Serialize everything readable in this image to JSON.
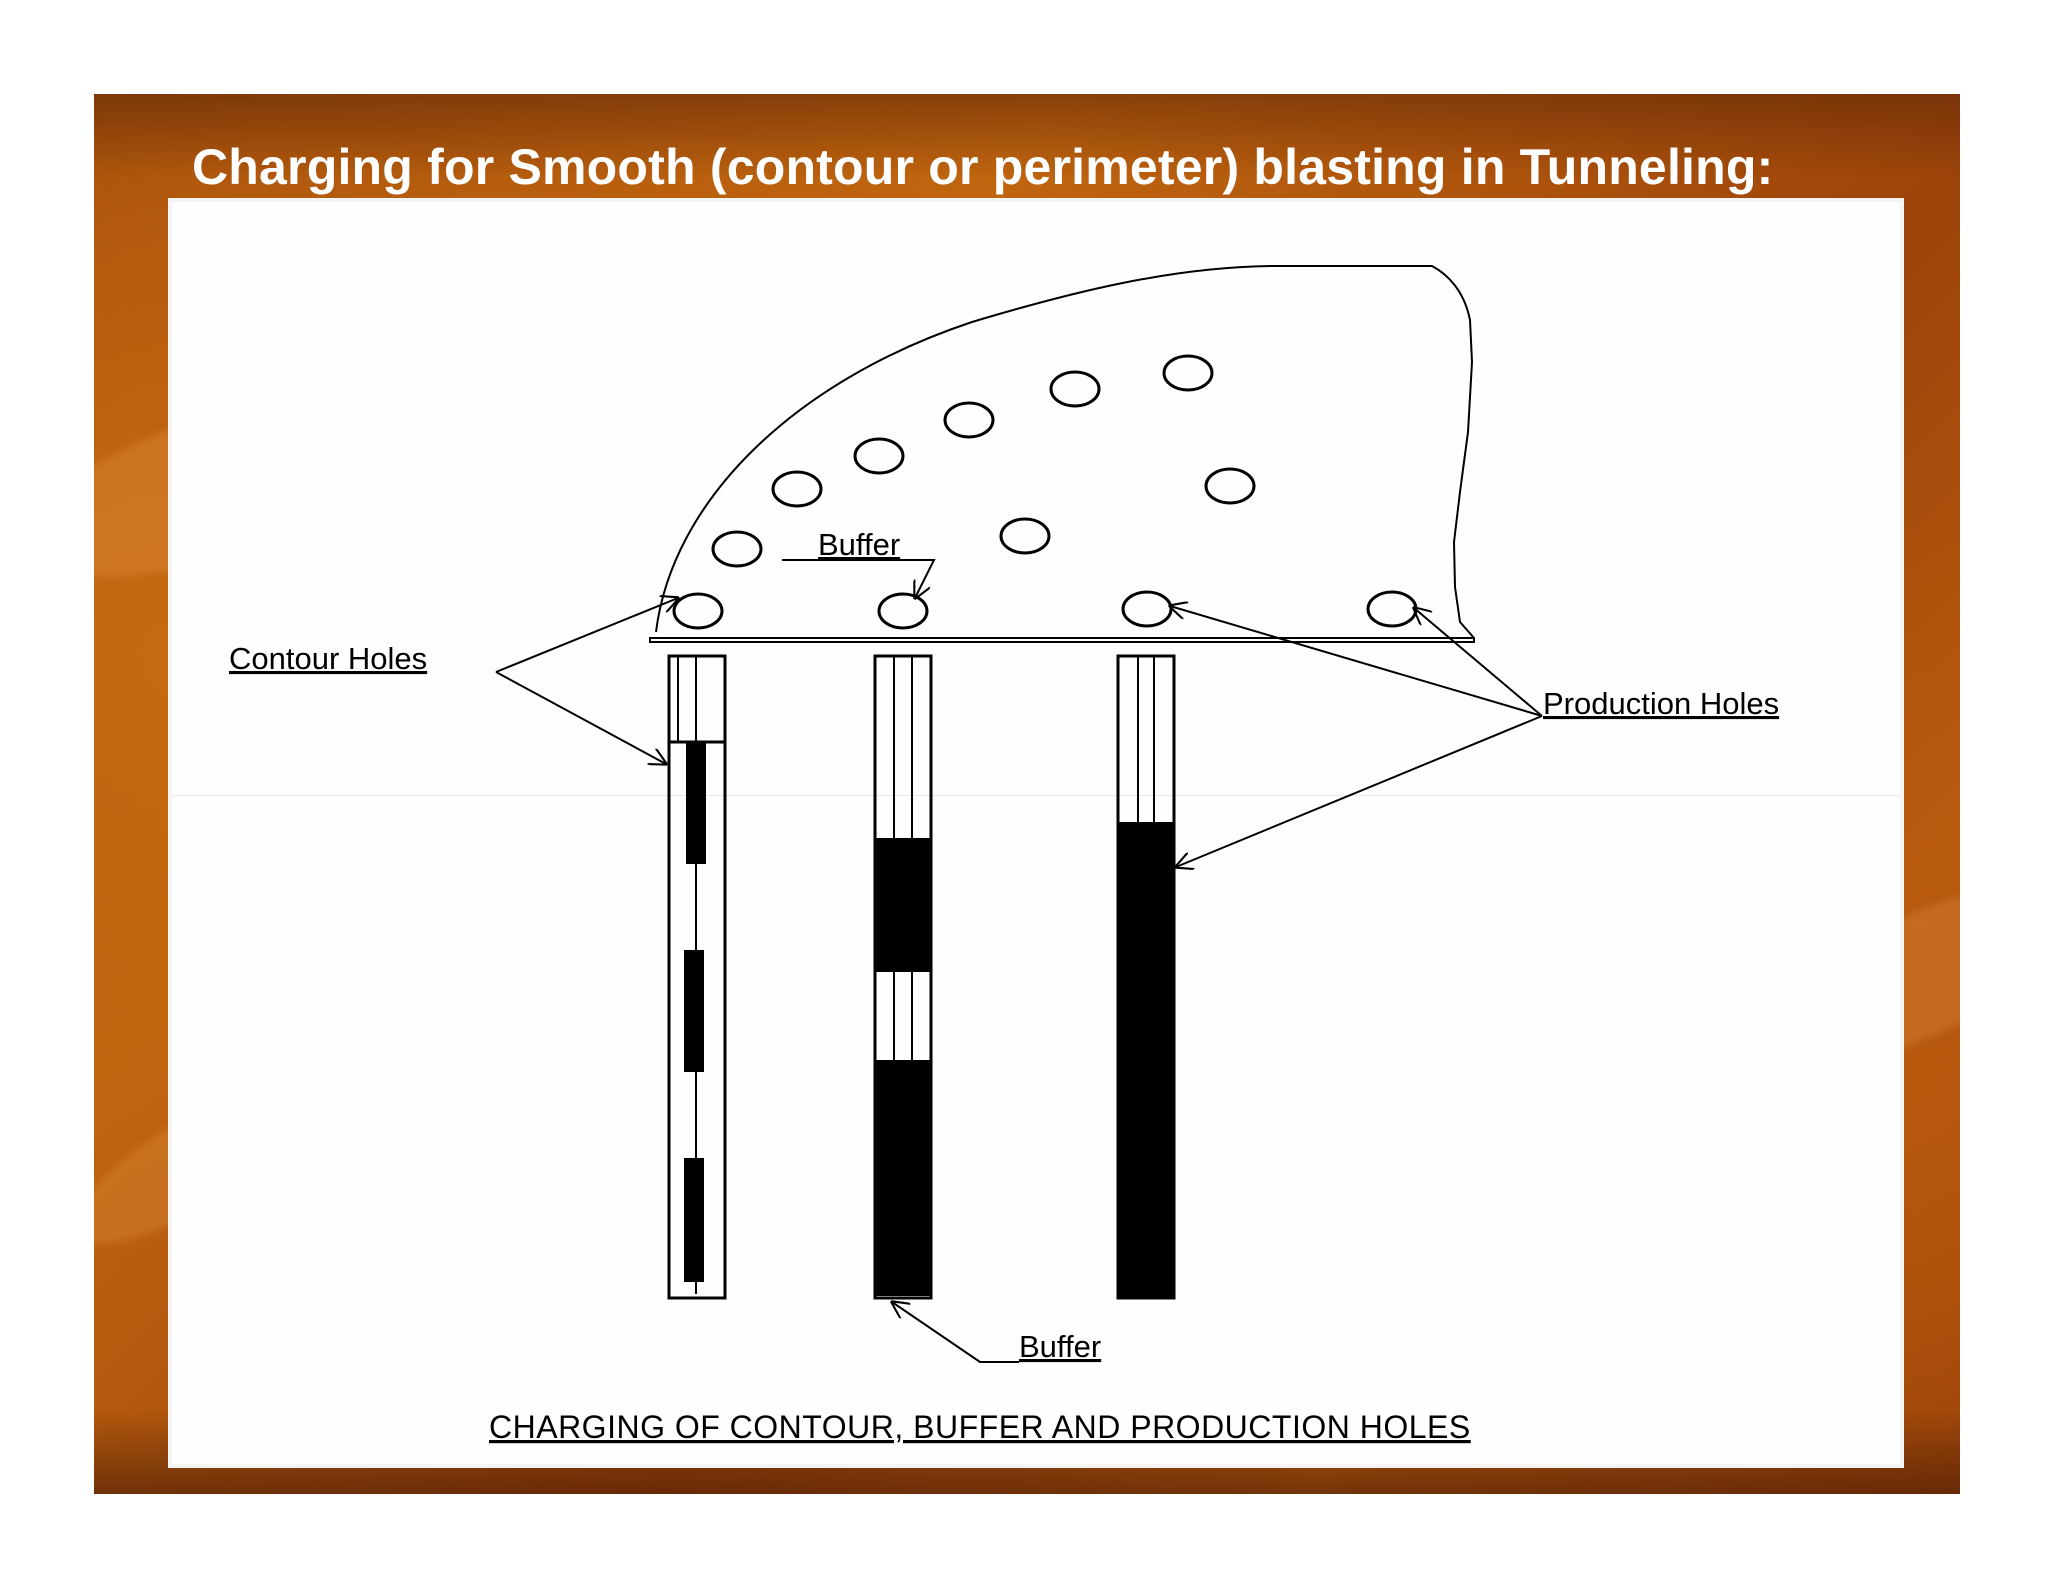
{
  "slide": {
    "title": "Charging for Smooth (contour or perimeter) blasting in Tunneling:"
  },
  "diagram": {
    "labels": {
      "contour_holes": "Contour Holes",
      "production_holes": "Production Holes",
      "buffer_top": "Buffer",
      "buffer_bottom": "Buffer"
    },
    "caption": "CHARGING OF CONTOUR, BUFFER AND PRODUCTION HOLES",
    "colors": {
      "background_brown": "#b35a0d",
      "charge": "#000000",
      "panel": "#fefefe"
    }
  }
}
